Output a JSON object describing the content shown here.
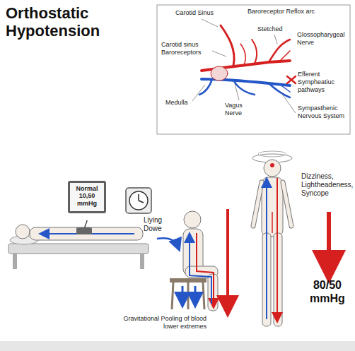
{
  "diagram": {
    "title": "Orthostatic Hypotension",
    "nodes": [
      {
        "text": [
          "Normal 10,50 mmHg"
        ]
      }
    ],
    "labels": [
      "Carotid Sinus",
      "Baroreceptor Reflox arc",
      "Stetched",
      "Glossopharygeal Nerve",
      "Carotid sinus Baroreceptors",
      "Medulla",
      "Efferent Sympheatiuc pathways",
      "Vagus Nerve",
      "Sympasthenic Nervous System",
      "Liying Dowe",
      "Gravitational Pooling of blood lower extremes",
      "Dizziness, Lightheadeness, Syncope",
      "80/50 mmHg"
    ]
  }
}
